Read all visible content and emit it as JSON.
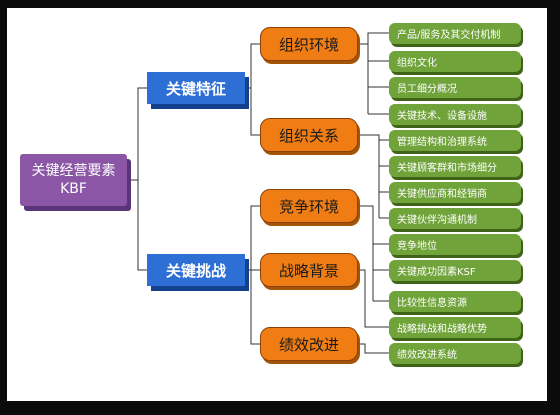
{
  "diagram": {
    "root": {
      "line1": "关键经营要素",
      "line2": "KBF"
    },
    "features": "关键特征",
    "challenges": "关键挑战",
    "org_env": "组织环境",
    "org_rel": "组织关系",
    "comp_env": "竞争环境",
    "strat_bg": "战略背景",
    "perf_improve": "绩效改进",
    "leaves": [
      "产品/服务及其交付机制",
      "组织文化",
      "员工细分概况",
      "关键技术、设备设施",
      "管理结构和治理系统",
      "关键顾客群和市场细分",
      "关键供应商和经销商",
      "关键伙伴沟通机制",
      "竞争地位",
      "关键成功因素KSF",
      "比较性信息资源",
      "战略挑战和战略优势",
      "绩效改进系统"
    ]
  },
  "colors": {
    "root": "#8a56a5",
    "level1": "#2e6fd6",
    "level2": "#f07d13",
    "leaf": "#70a33a",
    "connector": "#333333"
  }
}
